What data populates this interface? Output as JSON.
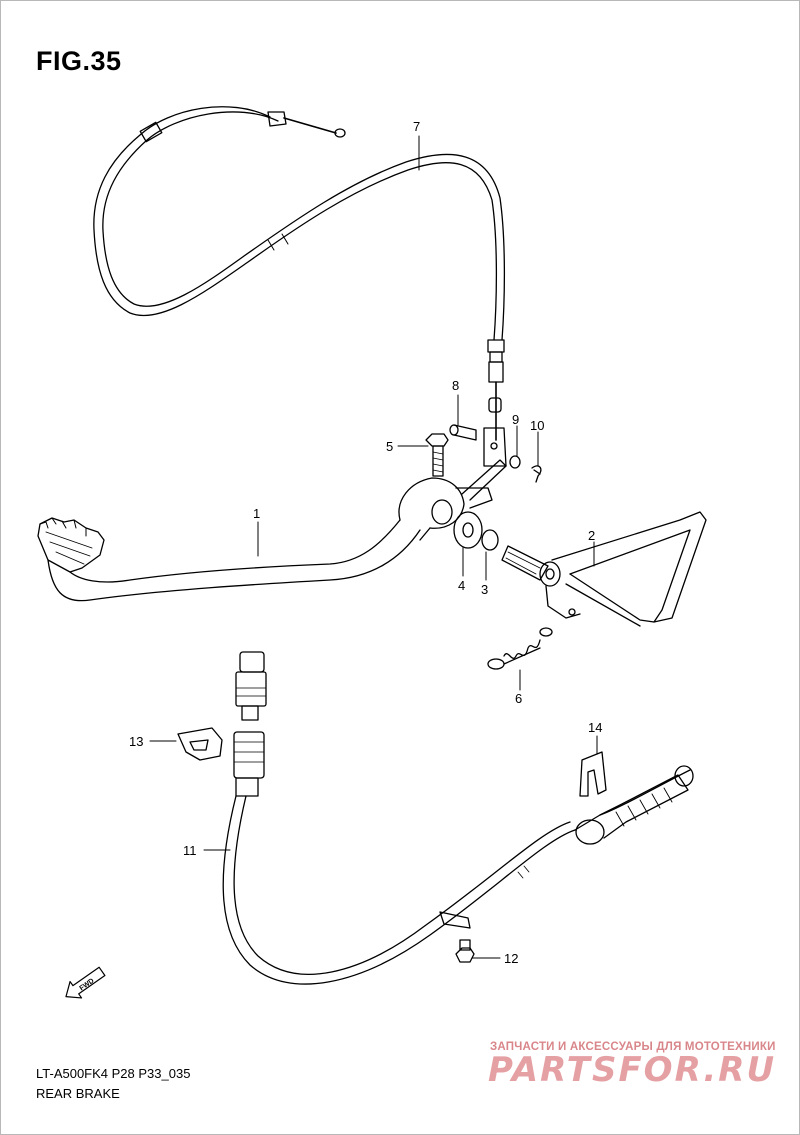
{
  "figure": {
    "title": "FIG.35"
  },
  "footer": {
    "model_code": "LT-A500FK4 P28 P33_035",
    "caption": "REAR BRAKE"
  },
  "watermark": {
    "tagline": "ЗАПЧАСТИ И АКСЕССУАРЫ ДЛЯ МОТОТЕХНИКИ",
    "logo": "PARTSFOR.RU",
    "color": "#d9868a"
  },
  "callouts": {
    "p1": "1",
    "p2": "2",
    "p3": "3",
    "p4": "4",
    "p5": "5",
    "p6": "6",
    "p7": "7",
    "p8": "8",
    "p9": "9",
    "p10": "10",
    "p11": "11",
    "p12": "12",
    "p13": "13",
    "p14": "14"
  },
  "icons": {
    "direction": "fwd-arrow-icon"
  },
  "fwd_label": "FWD"
}
